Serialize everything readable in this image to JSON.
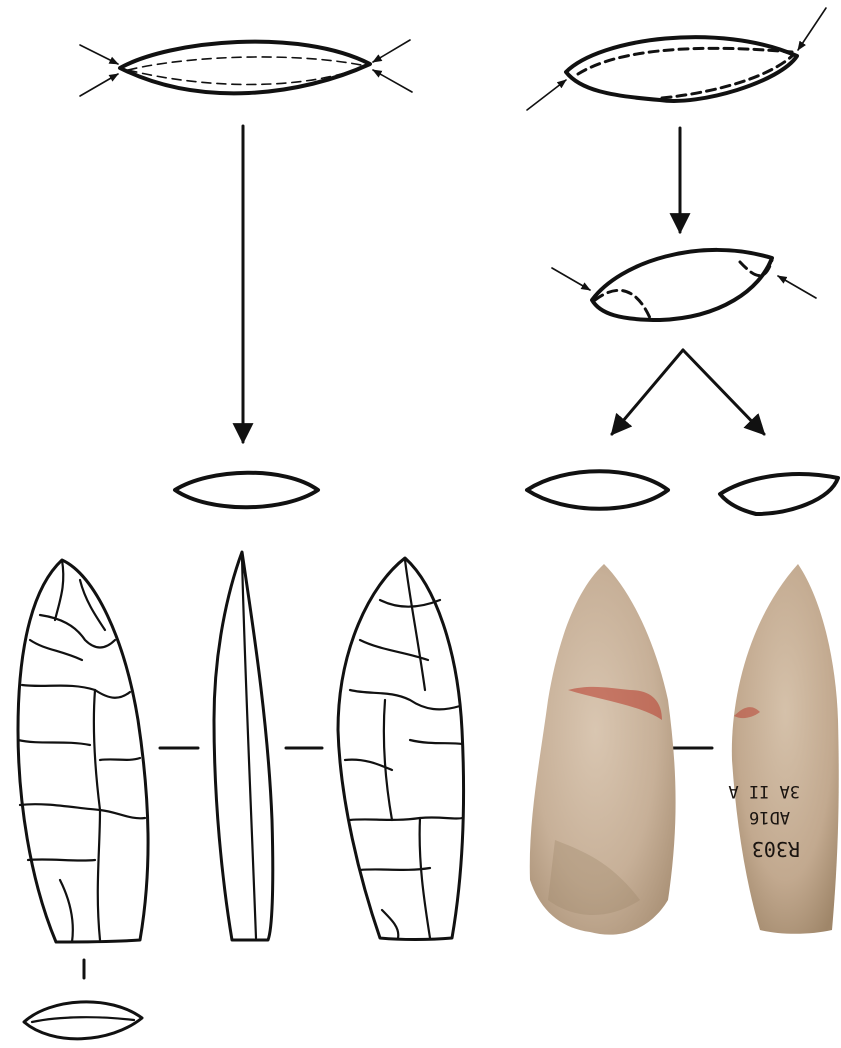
{
  "photo_labels": {
    "line1": "R303",
    "line2": "AD16",
    "line3": "3A II A"
  },
  "colors": {
    "ink": "#111111",
    "stone": "#c7b098",
    "stone_dark": "#a88f74",
    "ochre": "#b8382a"
  },
  "icons": {
    "arrow": "arrow-icon",
    "tick": "tick-arrow-icon"
  }
}
